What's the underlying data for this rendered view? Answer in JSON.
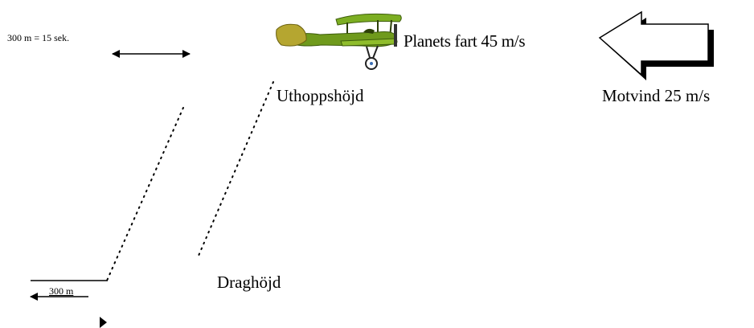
{
  "labels": {
    "scale_note": "300 m = 15 sek.",
    "plane_speed": "Planets fart 45 m/s",
    "exit_altitude": "Uthoppshöjd",
    "headwind": "Motvind 25 m/s",
    "deploy_altitude": "Draghöjd",
    "distance": "300 m"
  },
  "colors": {
    "plane_body": "#6f9a1c",
    "plane_wing": "#7cae22",
    "plane_nose": "#b5a630",
    "arrow_fill": "#ffffff",
    "arrow_shadow": "#000000"
  },
  "icons": {
    "plane": "biplane-icon",
    "wind_arrow": "left-arrow-icon"
  }
}
